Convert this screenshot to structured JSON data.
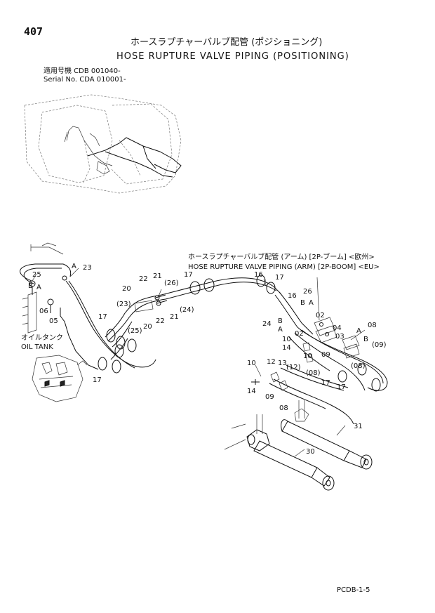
{
  "header": {
    "page_number": "407",
    "title_jp": "ホースラプチャーバルブ配管 (ポジショニング)",
    "title_en": "HOSE RUPTURE VALVE PIPING (POSITIONING)",
    "serial_jp": "適用号機 CDB 001040-",
    "serial_en": "Serial No. CDA 010001-"
  },
  "callouts": {
    "arm_jp": "ホースラプチャーバルブ配管 (アーム) [2P-ブーム] <欧州>",
    "arm_en": "HOSE RUPTURE VALVE PIPING (ARM) [2P-BOOM] <EU>",
    "oil_tank_jp": "オイルタンク",
    "oil_tank_en": "OIL TANK"
  },
  "part_labels": {
    "p25a": "25",
    "pB1": "B",
    "pA1": "A",
    "p06": "06",
    "p05": "05",
    "pA2": "A",
    "p23": "23",
    "p20a": "20",
    "p22a": "22",
    "p21a": "21",
    "p26p": "(26)",
    "p17a": "17",
    "p16a": "16",
    "p17b": "17",
    "p23p": "(23)",
    "p24p": "(24)",
    "p21b": "21",
    "p22b": "22",
    "p25p": "(25)",
    "p20b": "20",
    "p17c": "17",
    "p17d": "17",
    "p26": "26",
    "pB2": "B",
    "pA3": "A",
    "p16b": "16",
    "p02a": "02",
    "p24": "24",
    "pB3": "B",
    "pA4": "A",
    "p02b": "02",
    "p04": "04",
    "p03": "03",
    "pA5": "A",
    "p08a": "08",
    "pB4": "B",
    "p09p": "(09)",
    "p10a": "10",
    "p14a": "14",
    "p10b": "10",
    "p09": "09",
    "p08p": "(08)",
    "p08pb": "(08)",
    "p17e": "17",
    "p17f": "17",
    "p10c": "10",
    "p12": "12",
    "p13": "13",
    "p12p": "(12)",
    "p14b": "14",
    "p09b": "09",
    "p08b": "08",
    "p31": "31",
    "p30": "30"
  },
  "footer": {
    "code": "PCDB-1-5"
  }
}
